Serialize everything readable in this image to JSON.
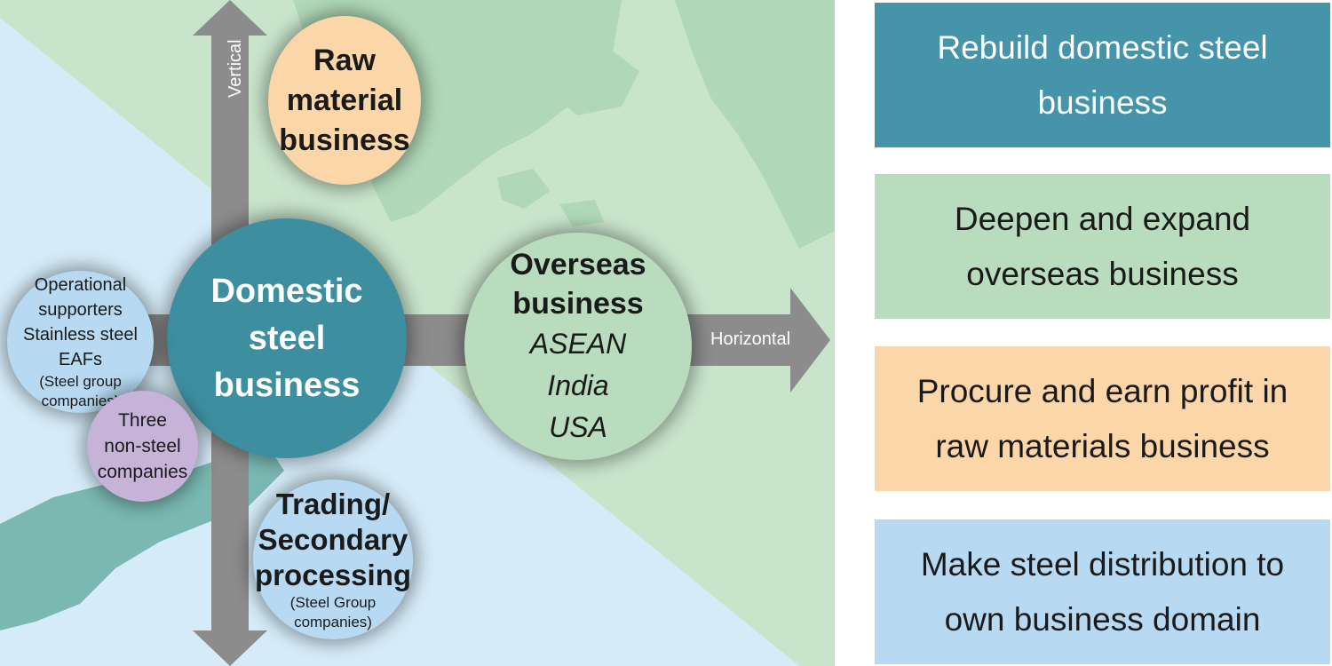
{
  "colors": {
    "sky": "#d5ecf8",
    "green_region": "#c8e4cb",
    "land_green": "#b0d8b8",
    "land_teal": "#7bb8b2",
    "arrow": "#8c8c8c",
    "domestic": "#3d8fa0",
    "raw": "#fbd6a8",
    "overseas": "#b8dcbd",
    "operational": "#b7daf2",
    "three": "#c7b2d8",
    "trading": "#b7daf2",
    "box1": "#4694aa",
    "box2": "#b8dcbd",
    "box3": "#fbd6a8",
    "box4": "#b7daf2"
  },
  "axes": {
    "vertical": "Vertical",
    "horizontal": "Horizontal"
  },
  "circles": {
    "raw": [
      "Raw",
      "material",
      "business"
    ],
    "domestic": [
      "Domestic",
      "steel",
      "business"
    ],
    "overseas": {
      "title": [
        "Overseas",
        "business"
      ],
      "regions": [
        "ASEAN",
        "India",
        "USA"
      ]
    },
    "operational": {
      "lines": [
        "Operational",
        "supporters",
        "Stainless steel",
        "EAFs"
      ],
      "note": [
        "(Steel group",
        "companies)"
      ]
    },
    "three": [
      "Three",
      "non-steel",
      "companies"
    ],
    "trading": {
      "title": [
        "Trading/",
        "Secondary",
        "processing"
      ],
      "note": [
        "(Steel Group",
        "companies)"
      ]
    }
  },
  "boxes": [
    [
      "Rebuild domestic steel",
      "business"
    ],
    [
      "Deepen and expand",
      "overseas business"
    ],
    [
      "Procure and earn profit in",
      "raw materials business"
    ],
    [
      "Make steel distribution to",
      "own business domain"
    ]
  ]
}
